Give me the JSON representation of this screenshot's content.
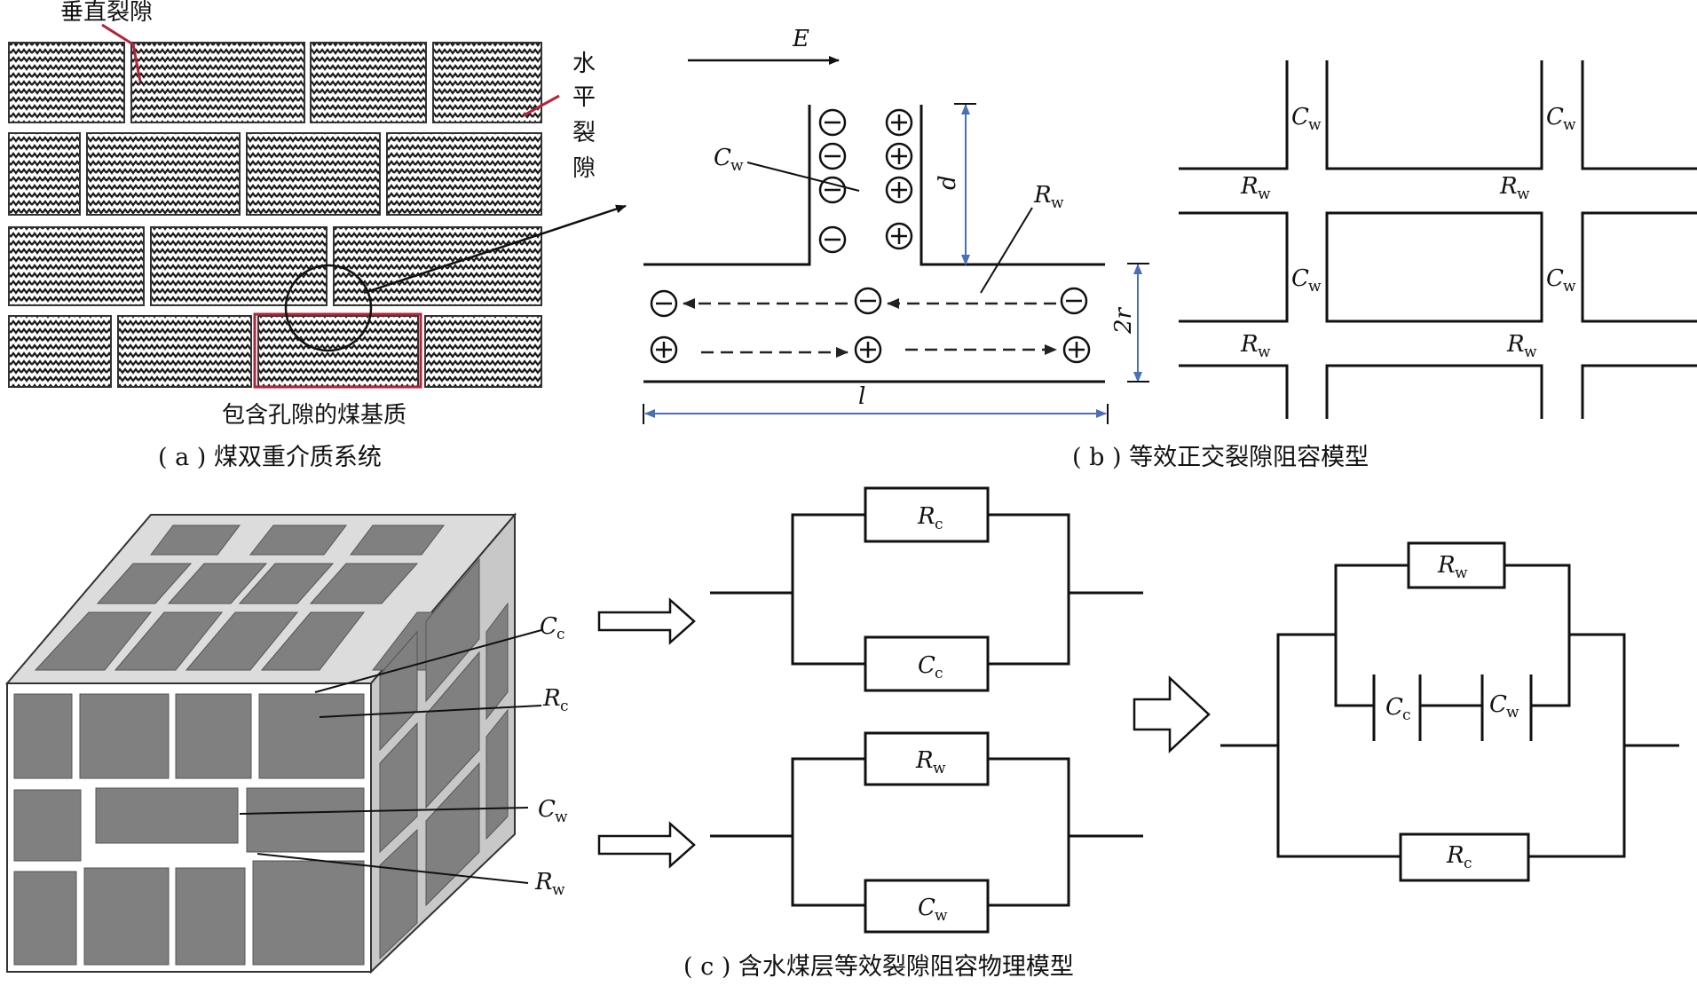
{
  "panel_a": {
    "vertical_fissure": "垂直裂隙",
    "horizontal_fissure_chars": [
      "水",
      "平",
      "裂",
      "隙"
    ],
    "matrix_label": "包含孔隙的煤基质",
    "caption": "( a ) 煤双重介质系统"
  },
  "panel_b": {
    "field": "E",
    "d": "d",
    "r": "2r",
    "l": "l",
    "cw_main": "C",
    "cw_sub": "w",
    "rw_main": "R",
    "rw_sub": "w",
    "caption": "( b ) 等效正交裂隙阻容模型"
  },
  "panel_c": {
    "cc_main": "C",
    "cc_sub": "c",
    "rc_main": "R",
    "rc_sub": "c",
    "cw_main": "C",
    "cw_sub": "w",
    "rw_main": "R",
    "rw_sub": "w",
    "caption": "( c ) 含水煤层等效裂隙阻容物理模型"
  },
  "colors": {
    "accent_red": "#b0263a",
    "arrow_blue": "#4a6fb5",
    "coal_gray": "#808080",
    "ink": "#111111"
  }
}
